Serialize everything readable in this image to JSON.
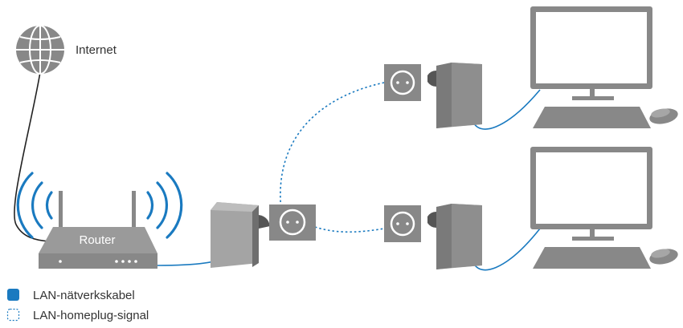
{
  "labels": {
    "internet": "Internet",
    "router": "Router"
  },
  "legend": {
    "cable": "LAN-nätverkskabel",
    "homeplug": "LAN-homeplug-signal"
  },
  "colors": {
    "device": "#888888",
    "device_dark": "#6a6a6a",
    "device_light": "#a4a4a4",
    "cable": "#1a7ac0",
    "internet_line": "#222222",
    "wifi": "#1a7ac0",
    "homeplug": "#1a7ac0",
    "text": "#333333"
  },
  "icons": {
    "globe": "globe-icon",
    "router": "router-icon",
    "wifi": "wifi-signal-icon",
    "adapter": "powerline-adapter-icon",
    "socket": "power-socket-icon",
    "monitor": "monitor-icon",
    "keyboard": "keyboard-icon",
    "mouse": "mouse-icon"
  }
}
